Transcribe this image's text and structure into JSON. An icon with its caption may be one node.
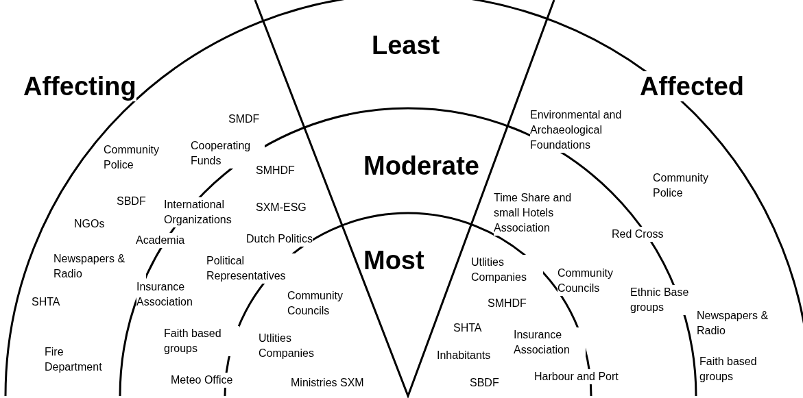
{
  "diagram": {
    "labels": [
      "Least",
      "Affecting",
      "Affected",
      "Environmental and Archaeological Foundations",
      "SMDF",
      "Community Police",
      "Cooperating Funds",
      "Moderate",
      "SMHDF",
      "Community Police",
      "Time Share and small Hotels Association",
      "SBDF",
      "International Organizations",
      "SXM-ESG",
      "NGOs",
      "Red Cross",
      "Academia",
      "Dutch Politics",
      "Most",
      "Utlities Companies",
      "Newspapers & Radio",
      "Political Representatives",
      "Community Councils",
      "Community Councils",
      "Insurance Association",
      "SHTA",
      "Ethnic Base groups",
      "SMHDF",
      "Newspapers & Radio",
      "SHTA",
      "Insurance Association",
      "Faith based groups",
      "Utlities Companies",
      "Inhabitants",
      "Fire Department",
      "Faith based groups",
      "Meteo Office",
      "Ministries SXM",
      "Harbour and Port",
      "SBDF"
    ]
  }
}
